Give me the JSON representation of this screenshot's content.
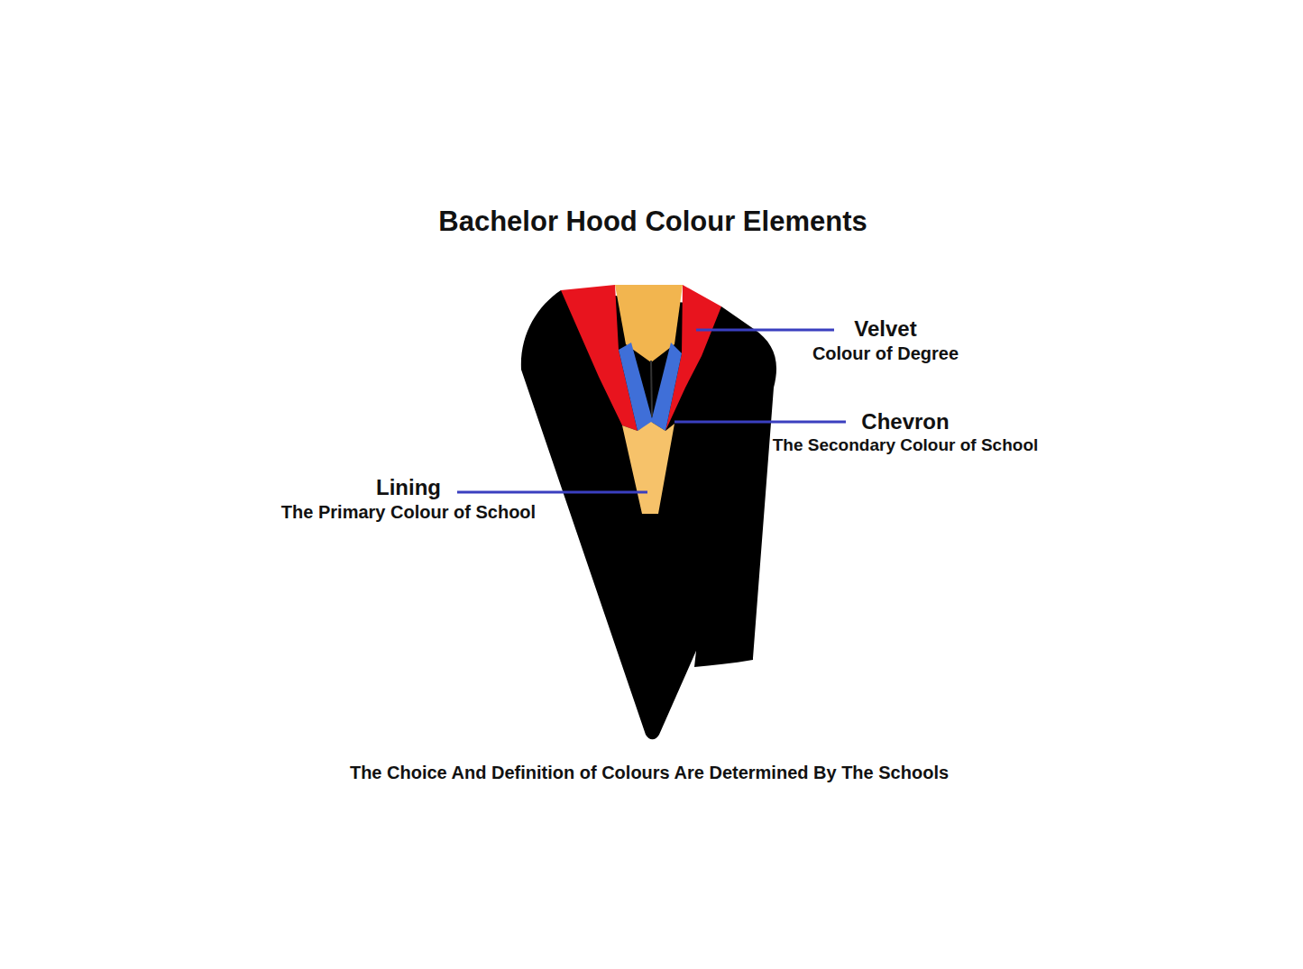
{
  "diagram": {
    "title": "Bachelor Hood Colour Elements",
    "caption": "The Choice And Definition of Colours Are Determined By The Schools",
    "labels": [
      "Velvet",
      "Colour of Degree",
      "Chevron",
      "The Secondary Colour of School",
      "Lining",
      "The Primary Colour of School"
    ]
  }
}
